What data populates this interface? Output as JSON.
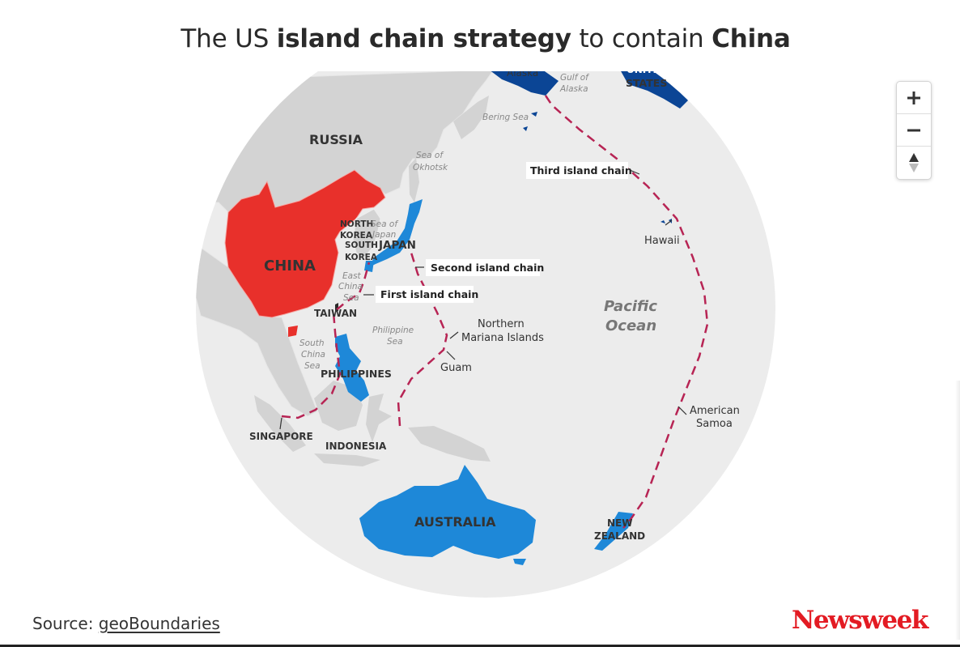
{
  "title": {
    "pre": "The US ",
    "bold1": "island chain strategy",
    "mid": " to contain ",
    "bold2": "China"
  },
  "labels": {
    "russia": "RUSSIA",
    "china": "CHINA",
    "north_korea_1": "NORTH",
    "north_korea_2": "KOREA",
    "south_korea_1": "SOUTH",
    "south_korea_2": "KOREA",
    "japan": "JAPAN",
    "taiwan": "TAIWAN",
    "philippines": "PHILIPPINES",
    "singapore": "SINGAPORE",
    "indonesia": "INDONESIA",
    "australia": "AUSTRALIA",
    "new_zealand_1": "NEW",
    "new_zealand_2": "ZEALAND",
    "alaska": "Alaska",
    "united_states_1": "UNITED",
    "united_states_2": "STATES",
    "gulf_of_alaska_1": "Gulf of",
    "gulf_of_alaska_2": "Alaska",
    "bering_sea": "Bering Sea",
    "sea_of_okhotsk_1": "Sea of",
    "sea_of_okhotsk_2": "Okhotsk",
    "sea_of_japan_1": "Sea of",
    "sea_of_japan_2": "Japan",
    "east_china_sea_1": "East",
    "east_china_sea_2": "China",
    "east_china_sea_3": "Sea",
    "philippine_sea_1": "Philippine",
    "philippine_sea_2": "Sea",
    "south_china_sea_1": "South",
    "south_china_sea_2": "China",
    "south_china_sea_3": "Sea",
    "pacific_1": "Pacific",
    "pacific_2": "Ocean",
    "hawaii": "Hawaii",
    "northern_mariana_1": "Northern",
    "northern_mariana_2": "Mariana Islands",
    "guam": "Guam",
    "american_samoa_1": "American",
    "american_samoa_2": "Samoa"
  },
  "chains": {
    "first": "First island chain",
    "second": "Second island chain",
    "third": "Third island chain"
  },
  "colors": {
    "china": "#e8302b",
    "us_ally": "#1e88d8",
    "us": "#0b4595",
    "land": "#d3d3d3",
    "ocean": "#ececec",
    "chain_line": "#b72454",
    "brand": "#e31b23"
  },
  "zoom_controls": {
    "zoom_in": "+",
    "zoom_out": "−"
  },
  "source": {
    "prefix": "Source: ",
    "link": "geoBoundaries"
  },
  "brand": "Newsweek"
}
